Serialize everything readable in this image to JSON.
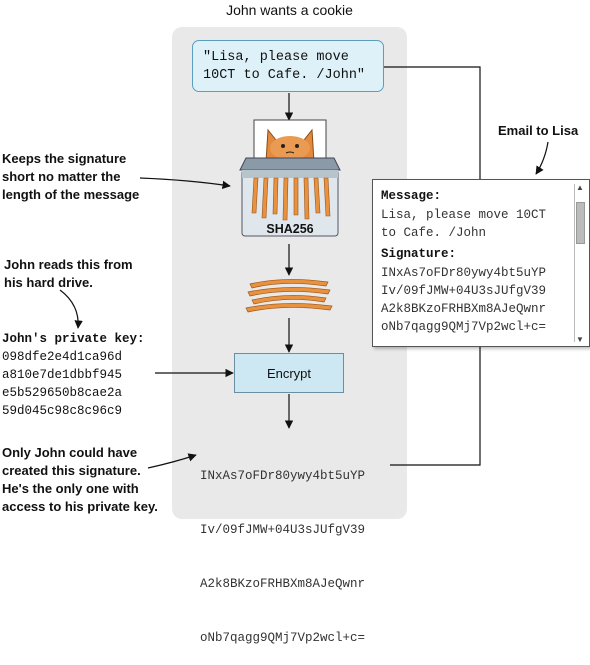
{
  "title": "John wants a cookie",
  "message_box": {
    "line1": "\"Lisa, please move",
    "line2": "10CT to Cafe. /John\""
  },
  "hasher": {
    "label": "SHA256"
  },
  "encrypt_label": "Encrypt",
  "notes": {
    "short_signature": "Keeps the signature\nshort no matter the\nlength of the message",
    "reads_key": "John reads this from\nhis hard drive.",
    "only_john": "Only John could have\ncreated this signature.\nHe's the only one with\naccess to his private key."
  },
  "private_key": {
    "label": "John's private key:",
    "lines": [
      "098dfe2e4d1ca96d",
      "a810e7de1dbbf945",
      "e5b529650b8cae2a",
      "59d045c98c8c96c9"
    ]
  },
  "signature_lines": [
    "INxAs7oFDr80ywy4bt5uYP",
    "Iv/09fJMW+04U3sJUfgV39",
    "A2k8BKzoFRHBXm8AJeQwnr",
    "oNb7qagg9QMj7Vp2wcl+c="
  ],
  "email": {
    "label": "Email to Lisa",
    "message_heading": "Message:",
    "message_lines": [
      "Lisa, please move 10CT",
      "to Cafe. /John"
    ],
    "signature_heading": "Signature:",
    "signature_lines": [
      "INxAs7oFDr80ywy4bt5uYP",
      "Iv/09fJMW+04U3sJUfgV39",
      "A2k8BKzoFRHBXm8AJeQwnr",
      "oNb7qagg9QMj7Vp2wcl+c="
    ]
  },
  "colors": {
    "panel": "#e9e9e9",
    "message_fill": "#dff1f8",
    "encrypt_fill": "#cde8f2",
    "cat": "#e38a3e",
    "shreds": "#e8913e"
  }
}
